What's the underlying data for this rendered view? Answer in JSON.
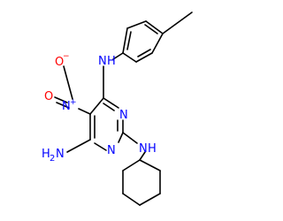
{
  "molecule": {
    "colors": {
      "bond": "#000000",
      "nitrogen": "#0000ff",
      "oxygen": "#ff0000",
      "carbon": "#000000"
    },
    "labels": {
      "ring_n_upper": "N",
      "ring_n_lower": "N",
      "amine_n_top": "N",
      "amine_h_top": "H",
      "amine_n_bottom": "N",
      "amine_h_bottom": "H",
      "nitro_n": "N",
      "nitro_n_charge": "+",
      "nitro_o_top": "O",
      "nitro_o_top_charge": "−",
      "nitro_o_left": "O",
      "amino_n": "N",
      "amino_h": "H",
      "amino_sub": "2"
    }
  }
}
